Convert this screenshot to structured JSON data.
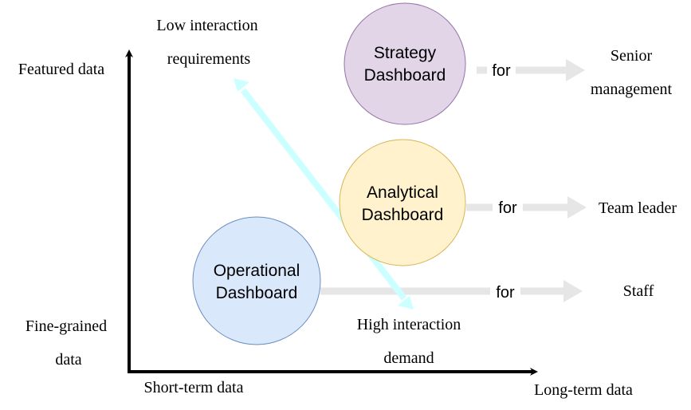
{
  "axes": {
    "y_top_label": "Featured data",
    "y_bottom_label": [
      "Fine-grained",
      "data"
    ],
    "x_left_label": "Short-term data",
    "x_right_label": "Long-term data"
  },
  "interaction": {
    "low_label": [
      "Low interaction",
      "requirements"
    ],
    "high_label": [
      "High interaction",
      "demand"
    ]
  },
  "dashboards": [
    {
      "id": "strategy",
      "title": [
        "Strategy",
        "Dashboard"
      ],
      "fill": "#e1d5e7",
      "stroke": "#9673a6",
      "connector": "for",
      "audience": [
        "Senior",
        "management"
      ]
    },
    {
      "id": "analytical",
      "title": [
        "Analytical",
        "Dashboard"
      ],
      "fill": "#fff2cc",
      "stroke": "#d6b656",
      "connector": "for",
      "audience": [
        "Team leader"
      ]
    },
    {
      "id": "operational",
      "title": [
        "Operational",
        "Dashboard"
      ],
      "fill": "#dae8fc",
      "stroke": "#6c8ebf",
      "connector": "for",
      "audience": [
        "Staff"
      ]
    }
  ],
  "colors": {
    "axis": "#000000",
    "flow_arrow": "#e6e6e6",
    "interaction_arrow": "#ccffff",
    "interaction_arrow_stroke": "#a8f0f0"
  }
}
